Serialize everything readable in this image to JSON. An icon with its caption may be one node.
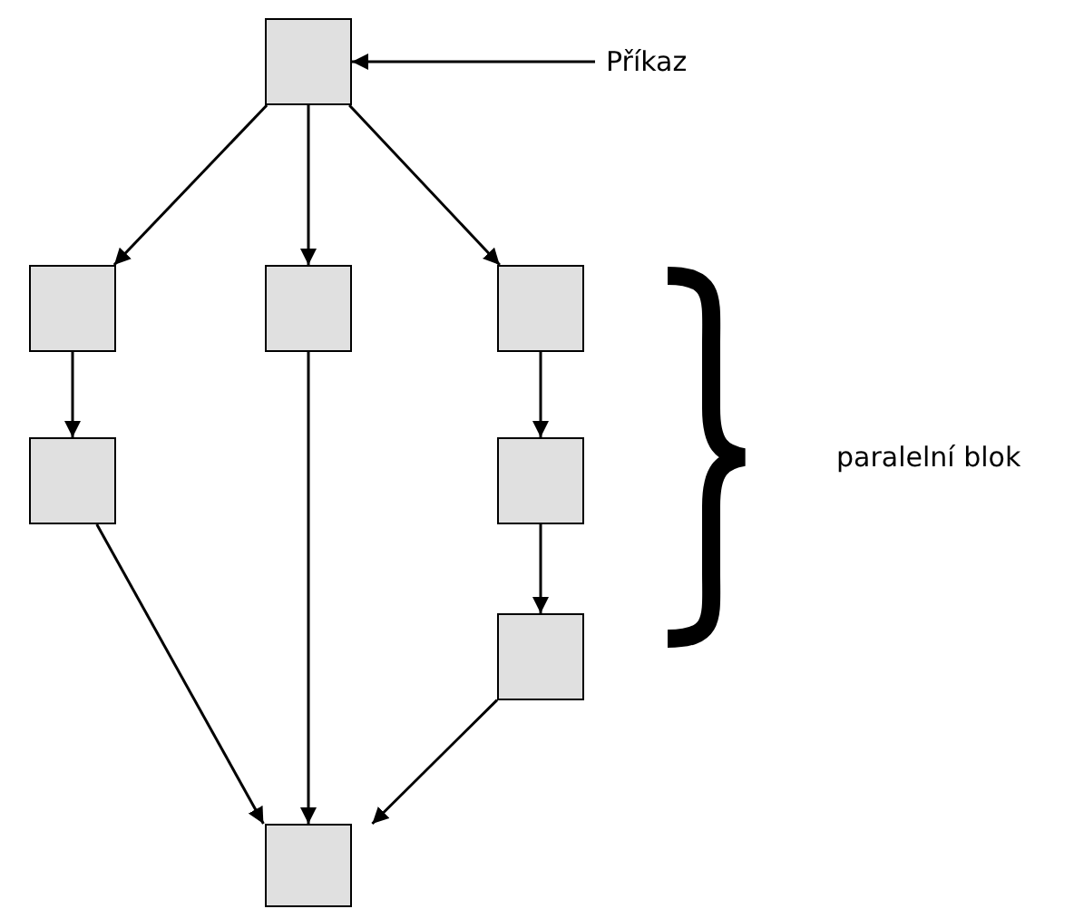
{
  "diagram": {
    "nodes": [
      {
        "text": [],
        "shape": "box"
      },
      {
        "text": [
          "Příkaz"
        ]
      },
      {
        "text": [],
        "shape": "box"
      },
      {
        "text": [],
        "shape": "box"
      },
      {
        "text": [],
        "shape": "box"
      },
      {
        "text": [],
        "shape": "box"
      },
      {
        "text": [],
        "shape": "box"
      },
      {
        "text": [],
        "shape": "box"
      },
      {
        "text": [],
        "shape": "box"
      }
    ],
    "edges": [
      {
        "from": 1,
        "to": 0,
        "arrow": "to"
      },
      {
        "from": 0,
        "to": 2,
        "arrow": "to"
      },
      {
        "from": 0,
        "to": 3,
        "arrow": "to"
      },
      {
        "from": 0,
        "to": 4,
        "arrow": "to"
      },
      {
        "from": 2,
        "to": 5,
        "arrow": "to"
      },
      {
        "from": 4,
        "to": 6,
        "arrow": "to"
      },
      {
        "from": 6,
        "to": 7,
        "arrow": "to"
      },
      {
        "from": 5,
        "to": 8,
        "arrow": "to"
      },
      {
        "from": 3,
        "to": 8,
        "arrow": "to"
      },
      {
        "from": 7,
        "to": 8,
        "arrow": "to"
      }
    ],
    "labels": [
      "paralelní blok"
    ]
  }
}
